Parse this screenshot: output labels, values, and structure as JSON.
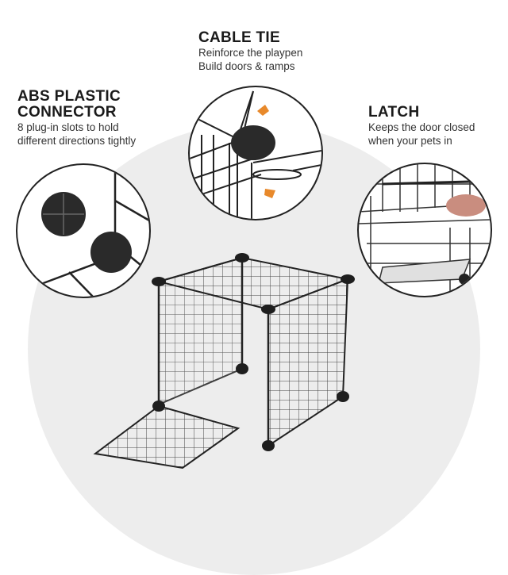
{
  "features": [
    {
      "id": "cable-tie",
      "title": "CABLE TIE",
      "lines": [
        "Reinforce the playpen",
        "Build doors & ramps"
      ]
    },
    {
      "id": "abs-connector",
      "title_lines": [
        "ABS PLASTIC",
        "CONNECTOR"
      ],
      "lines": [
        "8 plug-in slots to hold",
        "different directions tightly"
      ]
    },
    {
      "id": "latch",
      "title": "LATCH",
      "lines": [
        "Keeps the door closed",
        "when your pets in"
      ]
    }
  ],
  "icons": {
    "arrow_color": "#e8892b",
    "connector_color": "#2a2a2a",
    "background_circle": "#ededed"
  }
}
